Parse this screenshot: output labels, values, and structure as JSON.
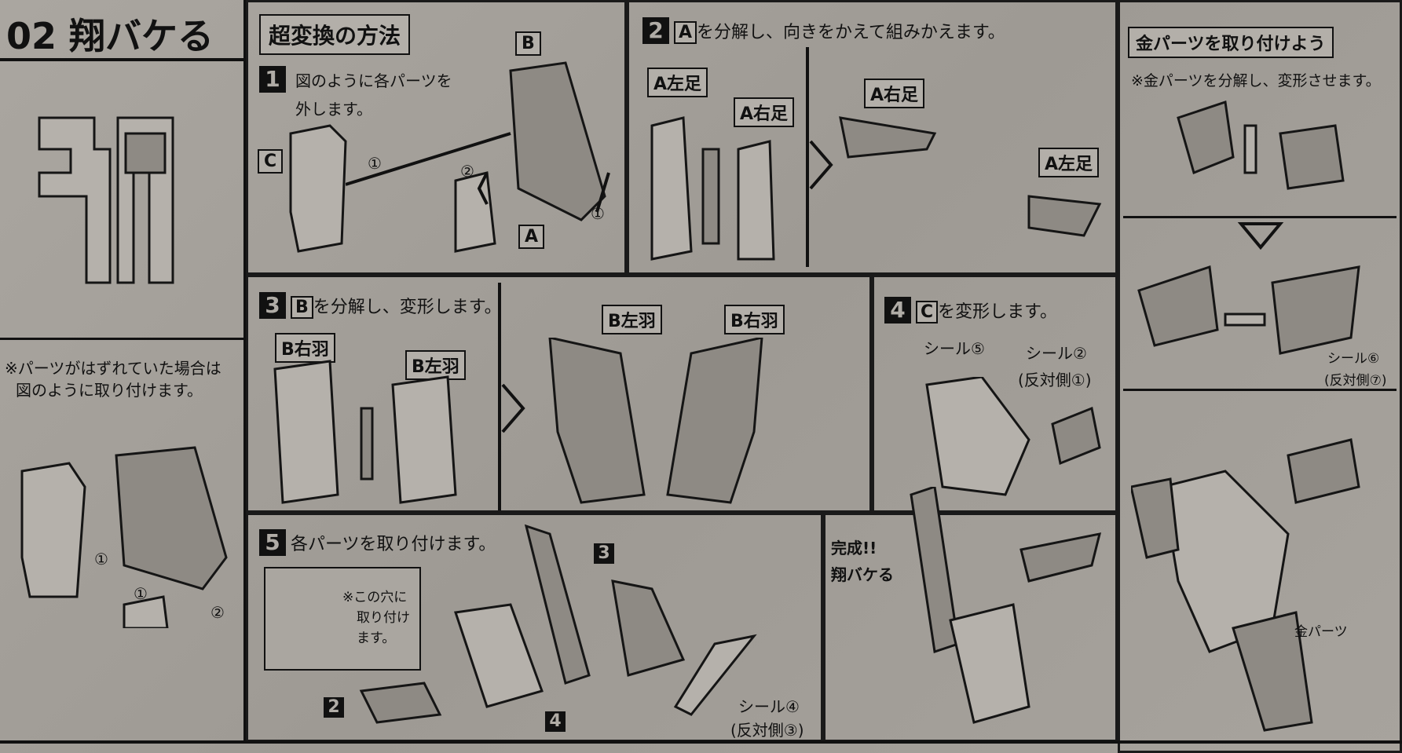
{
  "header": {
    "number": "02",
    "name": "翔バケる"
  },
  "left": {
    "note_line1": "※パーツがはずれていた場合は",
    "note_line2": "図のように取り付けます。",
    "circle1": "①",
    "circle2": "②",
    "circle3": "①"
  },
  "method": {
    "title": "超変換の方法",
    "step1_num": "1",
    "step1_line1": "図のように各パーツを",
    "step1_line2": "外します。",
    "label_c": "C",
    "label_b": "B",
    "label_a": "A",
    "circle1": "①",
    "circle2": "②",
    "circle3": "①"
  },
  "step2": {
    "num": "2",
    "box": "A",
    "text": "を分解し、向きをかえて組みかえます。",
    "left_foot": "A左足",
    "right_foot": "A右足",
    "right_foot2": "A右足",
    "left_foot2": "A左足"
  },
  "gold": {
    "title": "金パーツを取り付けよう",
    "text": "※金パーツを分解し、変形させます。",
    "seal6": "シール⑥",
    "seal6_opp": "(反対側⑦)",
    "gold_parts": "金パーツ"
  },
  "step3": {
    "num": "3",
    "box": "B",
    "text": "を分解し、変形します。",
    "right_wing": "B右羽",
    "left_wing": "B左羽",
    "left_wing2": "B左羽",
    "right_wing2": "B右羽"
  },
  "step4": {
    "num": "4",
    "box": "C",
    "text": "を変形します。",
    "seal5": "シール⑤",
    "seal2": "シール②",
    "seal2_opp": "(反対側①)"
  },
  "step5": {
    "num": "5",
    "text": "各パーツを取り付けます。",
    "inset_line1": "※この穴に",
    "inset_line2": "取り付け",
    "inset_line3": "ます。",
    "tag2": "2",
    "tag3": "3",
    "tag4": "4",
    "seal4": "シール④",
    "seal4_opp": "(反対側③)"
  },
  "complete": {
    "line1": "完成!!",
    "line2": "翔バケる"
  }
}
